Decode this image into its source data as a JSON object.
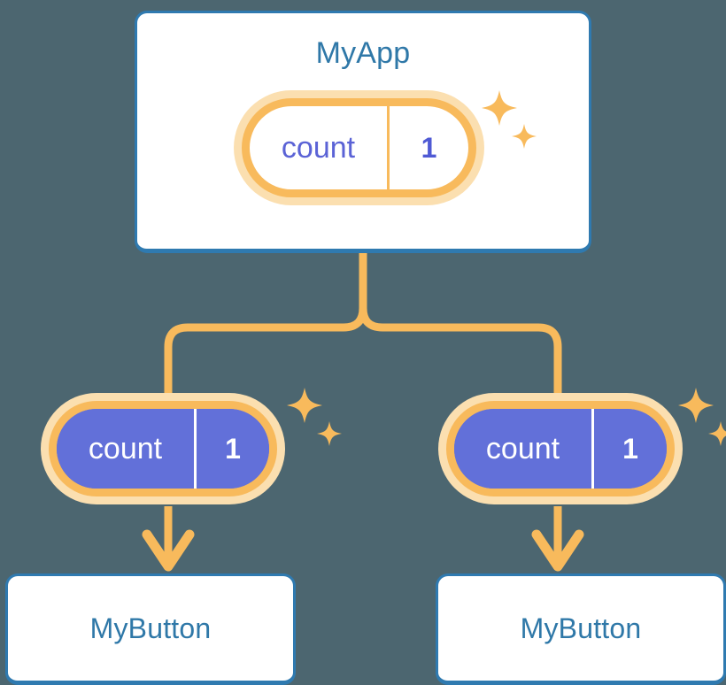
{
  "diagram": {
    "title_node": "MyApp",
    "background_color": "#4c6670",
    "accent_orange": "#f8ba5c",
    "accent_orange_soft": "#fbdfb0",
    "accent_purple": "#6270d9",
    "accent_blue": "#2f78a8",
    "card_surface": "#ffffff"
  },
  "app": {
    "label": "MyApp",
    "state": {
      "key": "count",
      "value": "1"
    },
    "sparkle_name": "sparkle-icon"
  },
  "children": [
    {
      "state": {
        "key": "count",
        "value": "1"
      },
      "label": "MyButton",
      "sparkle_name": "sparkle-icon"
    },
    {
      "state": {
        "key": "count",
        "value": "1"
      },
      "label": "MyButton",
      "sparkle_name": "sparkle-icon"
    }
  ],
  "connectors": {
    "fork_name": "tree-fork-connector",
    "arrow_left_name": "down-arrow-left",
    "arrow_right_name": "down-arrow-right"
  }
}
